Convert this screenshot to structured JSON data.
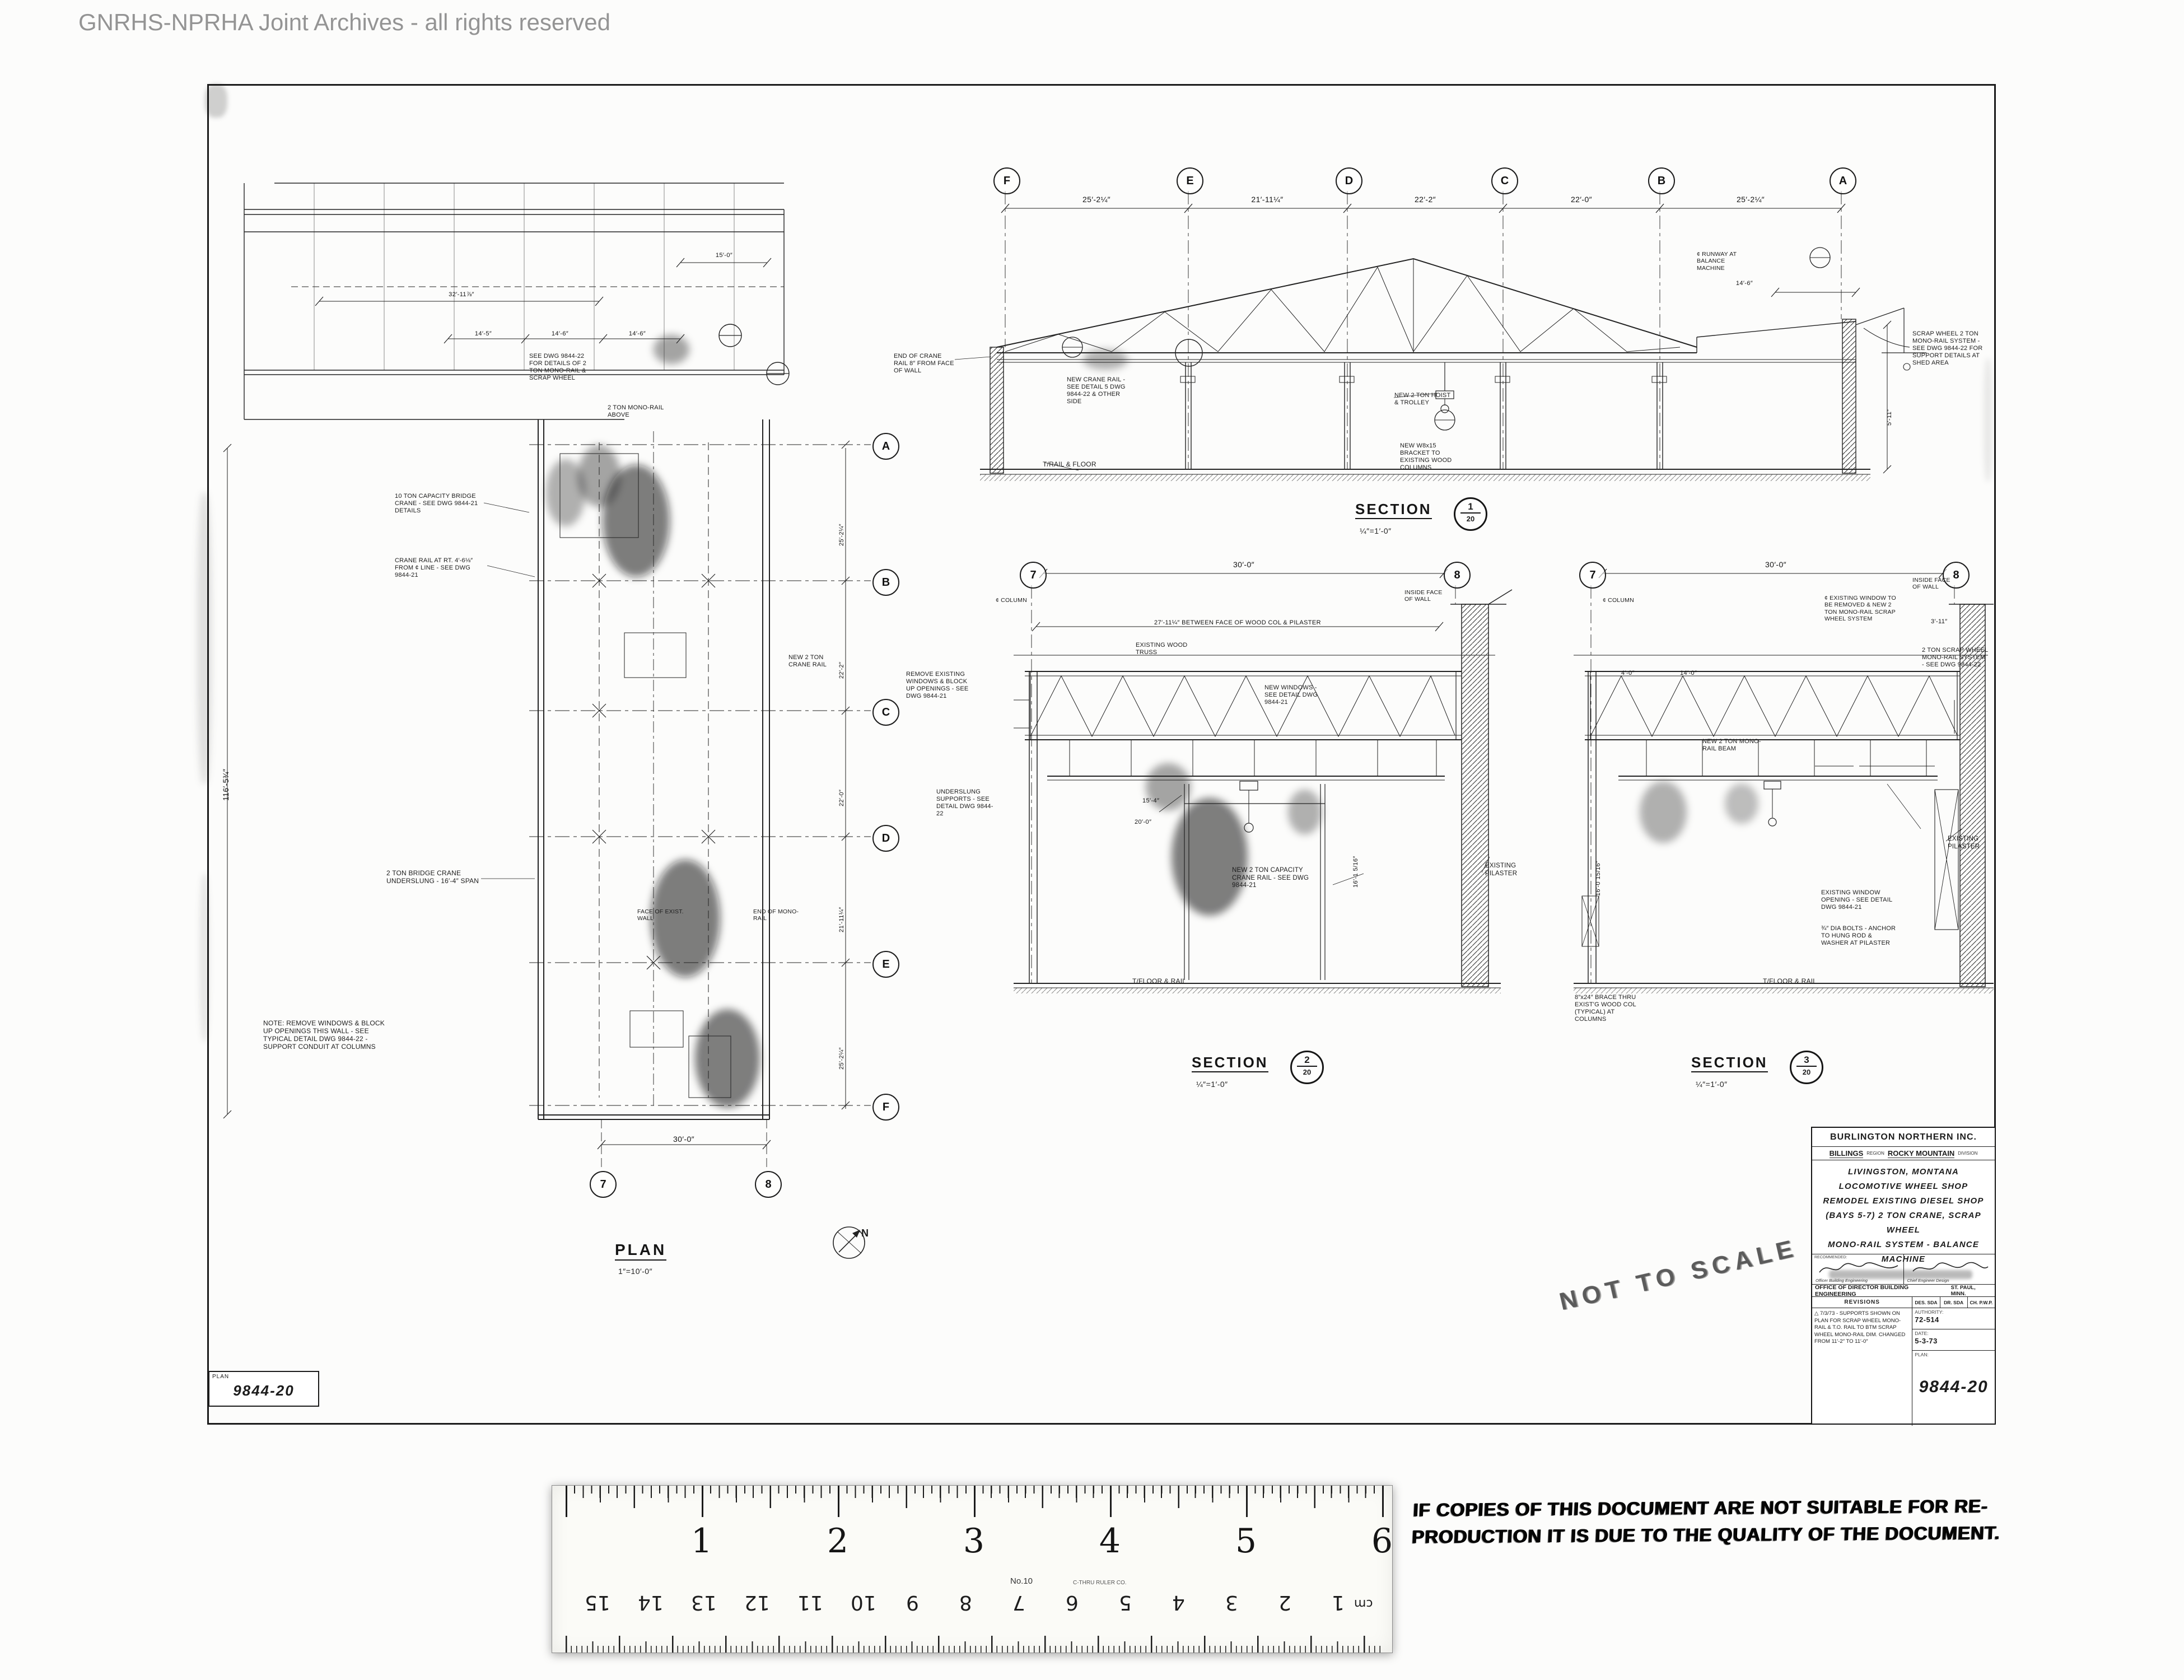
{
  "watermark": {
    "text": "GNRHS-NPRHA Joint Archives - all rights reserved"
  },
  "sheet": {
    "corner": {
      "label": "PLAN",
      "number": "9844-20"
    }
  },
  "plan": {
    "title": "PLAN",
    "scale": "1″=10′-0″",
    "north": "N",
    "rows": [
      "A",
      "B",
      "C",
      "D",
      "E",
      "F"
    ],
    "cols": [
      "7",
      "8"
    ],
    "bottom_dim": "30′-0″",
    "left_dim": "116′-5¾″",
    "top_dims": {
      "bay": "15′-0″",
      "total": "32′-11⅞″",
      "bays": [
        "14′-5″",
        "14′-6″",
        "14′-6″"
      ]
    },
    "row_dims": [
      "25′-2¼″",
      "22′-2″",
      "22′-0″",
      "21′-11¼″",
      "25′-2¼″"
    ],
    "annotations": [
      "SEE DWG 9844-22 FOR DETAILS OF 2 TON MONO-RAIL & SCRAP WHEEL",
      "2 TON MONO-RAIL ABOVE",
      "10 TON CAPACITY BRIDGE CRANE - SEE DWG 9844-21 DETAILS",
      "CRANE RAIL AT RT. 4′-6⅛″ FROM ¢ LINE - SEE DWG 9844-21",
      "2 TON BRIDGE CRANE UNDERSLUNG - 16′-4″ SPAN",
      "FACE OF EXIST. WALL",
      "END OF MONO-RAIL",
      "NEW 2 TON CRANE RAIL",
      "NOTE: REMOVE WINDOWS & BLOCK UP OPENINGS THIS WALL - SEE TYPICAL DETAIL DWG 9844-22 - SUPPORT CONDUIT AT COLUMNS"
    ]
  },
  "section1": {
    "title": "SECTION",
    "number": "1",
    "sheet": "20",
    "scale": "¼″=1′-0″",
    "grid": [
      "F",
      "E",
      "D",
      "C",
      "B",
      "A"
    ],
    "dims": [
      "25′-2¼″",
      "21′-11¼″",
      "22′-2″",
      "22′-0″",
      "25′-2¼″"
    ],
    "sub_dim": "14′-6″",
    "height_dim": "5′-11″",
    "floor_label": "T/RAIL & FLOOR",
    "annotations": [
      "END OF CRANE RAIL 8″ FROM FACE OF WALL",
      "NEW CRANE RAIL - SEE DETAIL 5 DWG 9844-22 & OTHER SIDE",
      "NEW 2 TON HOIST & TROLLEY",
      "NEW W8x15 BRACKET TO EXISTING WOOD COLUMNS",
      "¢ RUNWAY AT BALANCE MACHINE",
      "SCRAP WHEEL 2 TON MONO-RAIL SYSTEM - SEE DWG 9844-22 FOR SUPPORT DETAILS AT SHED AREA"
    ]
  },
  "section2": {
    "title": "SECTION",
    "number": "2",
    "sheet": "20",
    "scale": "¼″=1′-0″",
    "grid": [
      "7",
      "8"
    ],
    "width_dim": "30′-0″",
    "sub_dim": "27′-11¼″ BETWEEN FACE OF WOOD COL & PILASTER",
    "height_dim": "16′-1 5/16″",
    "dims_small": [
      "15′-4″",
      "20′-0″"
    ],
    "floor_label": "T/FLOOR & RAIL",
    "annotations": [
      "¢ COLUMN",
      "INSIDE FACE OF WALL",
      "EXISTING WOOD TRUSS",
      "REMOVE EXISTING WINDOWS & BLOCK UP OPENINGS - SEE DWG 9844-21",
      "NEW WINDOWS - SEE DETAIL DWG 9844-21",
      "UNDERSLUNG SUPPORTS - SEE DETAIL DWG 9844-22",
      "NEW 2 TON CAPACITY CRANE RAIL - SEE DWG 9844-21",
      "EXISTING PILASTER"
    ]
  },
  "section3": {
    "title": "SECTION",
    "number": "3",
    "sheet": "20",
    "scale": "¼″=1′-0″",
    "grid": [
      "7",
      "8"
    ],
    "width_dim": "30′-0″",
    "dims_small": [
      "4′-0″",
      "14′-0″",
      "3′-11″"
    ],
    "height_dim": "16′-0 15/16″",
    "floor_label": "T/FLOOR & RAIL",
    "annotations": [
      "¢ COLUMN",
      "¢ EXISTING WINDOW TO BE REMOVED & NEW 2 TON MONO-RAIL SCRAP WHEEL SYSTEM",
      "INSIDE FACE OF WALL",
      "2 TON SCRAP WHEEL MONO-RAIL SYSTEM - SEE DWG 9844-22",
      "NEW 2 TON MONO-RAIL BEAM",
      "EXISTING WINDOW OPENING - SEE DETAIL DWG 9844-21",
      "¾″ DIA BOLTS - ANCHOR TO HUNG ROD & WASHER AT PILASTER",
      "EXISTING PILASTER",
      "8″x24″ BRACE THRU EXIST'G WOOD COL (TYPICAL) AT COLUMNS"
    ]
  },
  "title_block": {
    "company": "BURLINGTON NORTHERN INC.",
    "region_value": "BILLINGS",
    "region_label": "REGION",
    "division_value": "ROCKY MOUNTAIN",
    "division_label": "DIVISION",
    "project_lines": [
      "LIVINGSTON, MONTANA",
      "LOCOMOTIVE WHEEL SHOP",
      "REMODEL EXISTING DIESEL SHOP",
      "(BAYS 5-7) 2 TON CRANE, SCRAP WHEEL",
      "MONO-RAIL SYSTEM - BALANCE MACHINE"
    ],
    "recommended_label": "RECOMMENDED:",
    "sig_left_caption": "Officer Building Engineering",
    "sig_right_caption": "Chief Engineer Design",
    "office": "OFFICE OF DIRECTOR BUILDING ENGINEERING",
    "office_city": "ST. PAUL, MINN.",
    "revisions_label": "REVISIONS",
    "des": "DES. SDA",
    "dr": "DR. SDA",
    "ch": "CH. P.W.P.",
    "revision_mark": "△",
    "revision_note": "7/3/73 - SUPPORTS SHOWN ON PLAN FOR SCRAP WHEEL MONO-RAIL & T.O. RAIL TO BTM SCRAP WHEEL MONO-RAIL DIM. CHANGED FROM 11′-2″ TO 11′-0″",
    "authority_label": "AUTHORITY:",
    "authority": "72-514",
    "date_label": "DATE:",
    "date": "5-3-73",
    "plan_label": "PLAN:",
    "plan_number": "9844-20"
  },
  "stamps": {
    "not_to_scale": "NOT TO SCALE",
    "quality_line1": "IF COPIES OF THIS DOCUMENT ARE NOT SUITABLE FOR RE-",
    "quality_line2": "PRODUCTION IT IS DUE TO THE QUALITY OF THE DOCUMENT."
  },
  "ruler": {
    "inch_numbers": [
      "1",
      "2",
      "3",
      "4",
      "5",
      "6"
    ],
    "model": "No.10",
    "maker": "C-THRU RULER CO.",
    "cm_numbers": [
      "15",
      "14",
      "13",
      "12",
      "11",
      "10",
      "9",
      "8",
      "7",
      "6",
      "5",
      "4",
      "3",
      "2",
      "1"
    ],
    "cm_label": "cm"
  }
}
